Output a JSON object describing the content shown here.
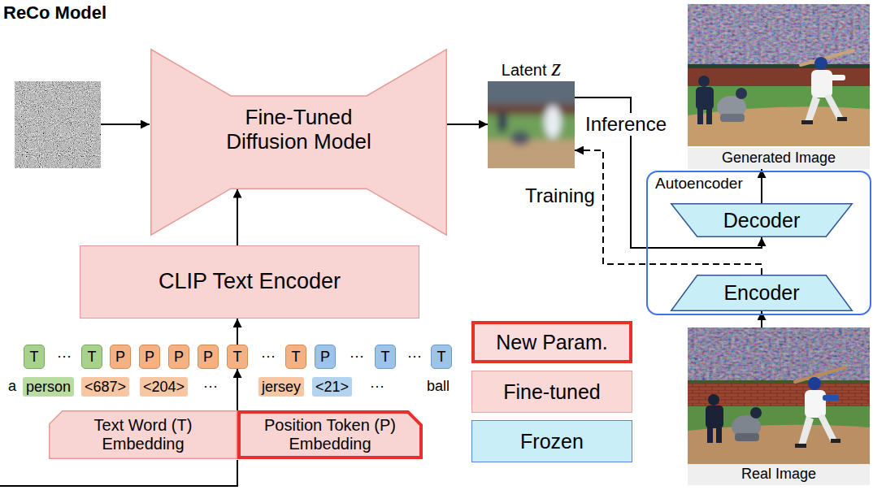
{
  "diagram": {
    "title": "ReCo Model",
    "nodes": [
      {
        "text": [
          "Fine-Tuned Diffusion Model"
        ]
      },
      {
        "text": [
          "Latent",
          "z"
        ]
      },
      {
        "text": [
          "Generated Image"
        ]
      },
      {
        "text": [
          "Autoencoder"
        ]
      },
      {
        "text": [
          "Decoder"
        ],
        "in": 3
      },
      {
        "text": [
          "Encoder"
        ],
        "in": 3
      },
      {
        "text": [
          "Real Image"
        ]
      },
      {
        "text": [
          "CLIP Text Encoder"
        ]
      },
      {
        "text": [
          "T"
        ]
      },
      {
        "text": [
          "T"
        ]
      },
      {
        "text": [
          "P"
        ]
      },
      {
        "text": [
          "P"
        ]
      },
      {
        "text": [
          "P"
        ]
      },
      {
        "text": [
          "P"
        ]
      },
      {
        "text": [
          "T"
        ]
      },
      {
        "text": [
          "T"
        ]
      },
      {
        "text": [
          "P"
        ]
      },
      {
        "text": [
          "T"
        ]
      },
      {
        "text": [
          "T"
        ]
      },
      {
        "text": [
          "person"
        ]
      },
      {
        "text": [
          "<687>"
        ]
      },
      {
        "text": [
          "<204>"
        ]
      },
      {
        "text": [
          "jersey"
        ]
      },
      {
        "text": [
          "<21>"
        ]
      },
      {
        "text": [
          "Text Word (T) Embedding"
        ]
      },
      {
        "text": [
          "Position Token (P) Embedding"
        ]
      }
    ],
    "edges": [
      {
        "from": 0,
        "to": 1,
        "arrow": "to"
      },
      {
        "from": 1,
        "to": 4,
        "label": "Inference",
        "arrow": "to"
      },
      {
        "from": 5,
        "to": 1,
        "label": "Training",
        "arrow": "to"
      },
      {
        "from": 4,
        "to": 2,
        "arrow": "to"
      },
      {
        "from": 6,
        "to": 5,
        "arrow": "to"
      },
      {
        "from": 7,
        "to": 0,
        "arrow": "to"
      },
      {
        "from": 14,
        "to": 7,
        "arrow": "to"
      },
      {
        "from": 24,
        "to": 14,
        "arrow": "to"
      }
    ],
    "labels": [
      "···",
      "···",
      "···",
      "···",
      "a",
      "···",
      "···",
      "ball"
    ],
    "legend": [
      {
        "text": "New Param."
      },
      {
        "text": "Fine-tuned",
        "color": "#f9d8d6"
      },
      {
        "text": "Frozen",
        "color": "#c9eef8"
      }
    ]
  }
}
